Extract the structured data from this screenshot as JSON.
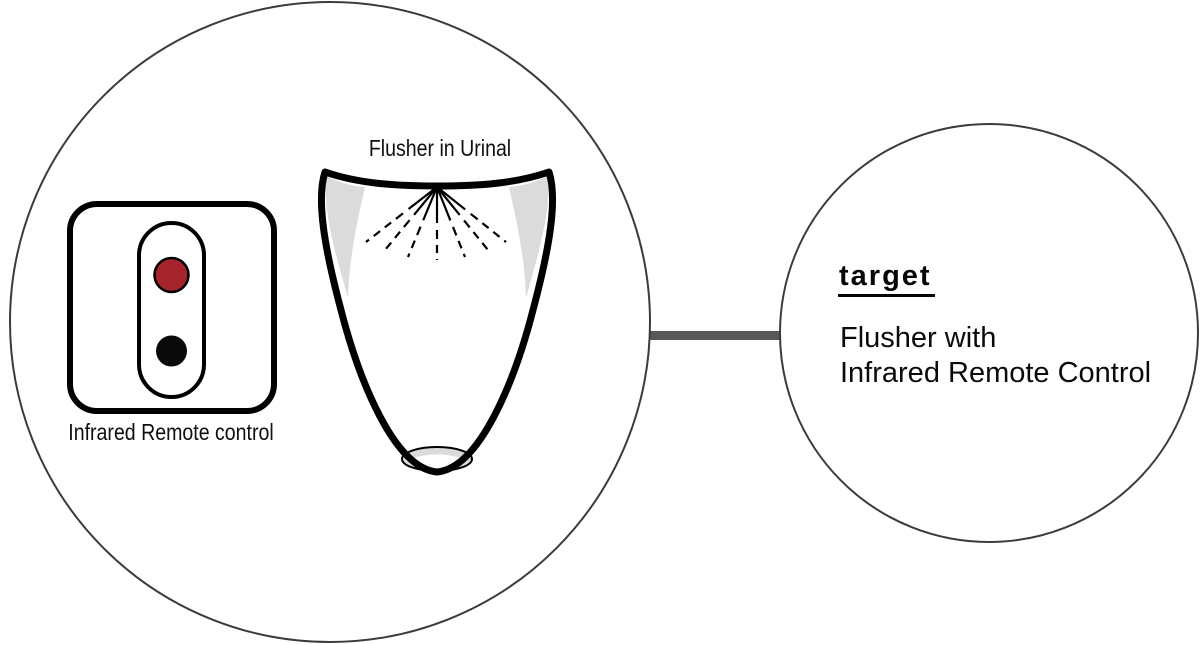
{
  "diagram": {
    "source_circle": {
      "remote_label": "Infrared Remote control",
      "urinal_label": "Flusher in Urinal"
    },
    "target_circle": {
      "heading": "target",
      "description_line1": "Flusher with",
      "description_line2": "Infrared Remote Control"
    }
  },
  "icons": {
    "remote": "infrared-remote-illustration",
    "urinal": "urinal-flusher-illustration",
    "spray": "spray-lines",
    "drain": "drain"
  },
  "colors": {
    "ink": "#000000",
    "circle_outline": "#3B3B3D",
    "connector_gray": "#58595B",
    "button_red": "#A5242B",
    "button_black": "#0A0A0A",
    "shade_gray": "#DBDBDB",
    "fill_white": "#FFFFFF"
  }
}
